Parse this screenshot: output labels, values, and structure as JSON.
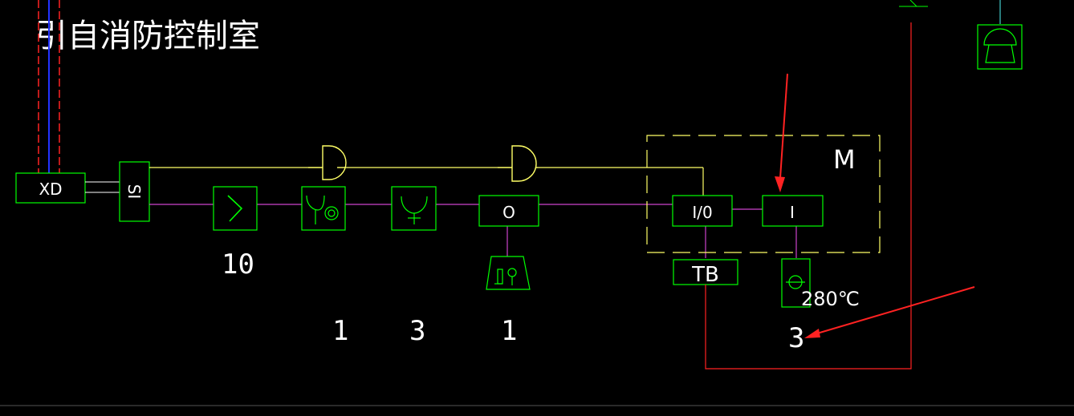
{
  "title": "引自消防控制室",
  "labels": {
    "xd": "XD",
    "si": "SI",
    "io": "I/0",
    "i": "I",
    "o": "O",
    "tb": "TB",
    "m": "M",
    "temp": "280℃"
  },
  "counts": {
    "smoke_detector": "10",
    "manual_alarm": "1",
    "hydrant_button": "3",
    "output_module": "1",
    "damper": "3"
  },
  "colors": {
    "background": "#000000",
    "device": "#00ff00",
    "bus_yellow": "#ffff66",
    "bus_magenta": "#cc44cc",
    "riser_red": "#ff2222",
    "riser_blue": "#2233ff",
    "arrow": "#ff2222",
    "text": "#ffffff"
  },
  "icons": [
    "smoke-detector-icon",
    "manual-alarm-icon",
    "hydrant-button-icon",
    "sound-light-alarm-icon",
    "bell-icon",
    "damper-icon",
    "junction-d-icon"
  ]
}
